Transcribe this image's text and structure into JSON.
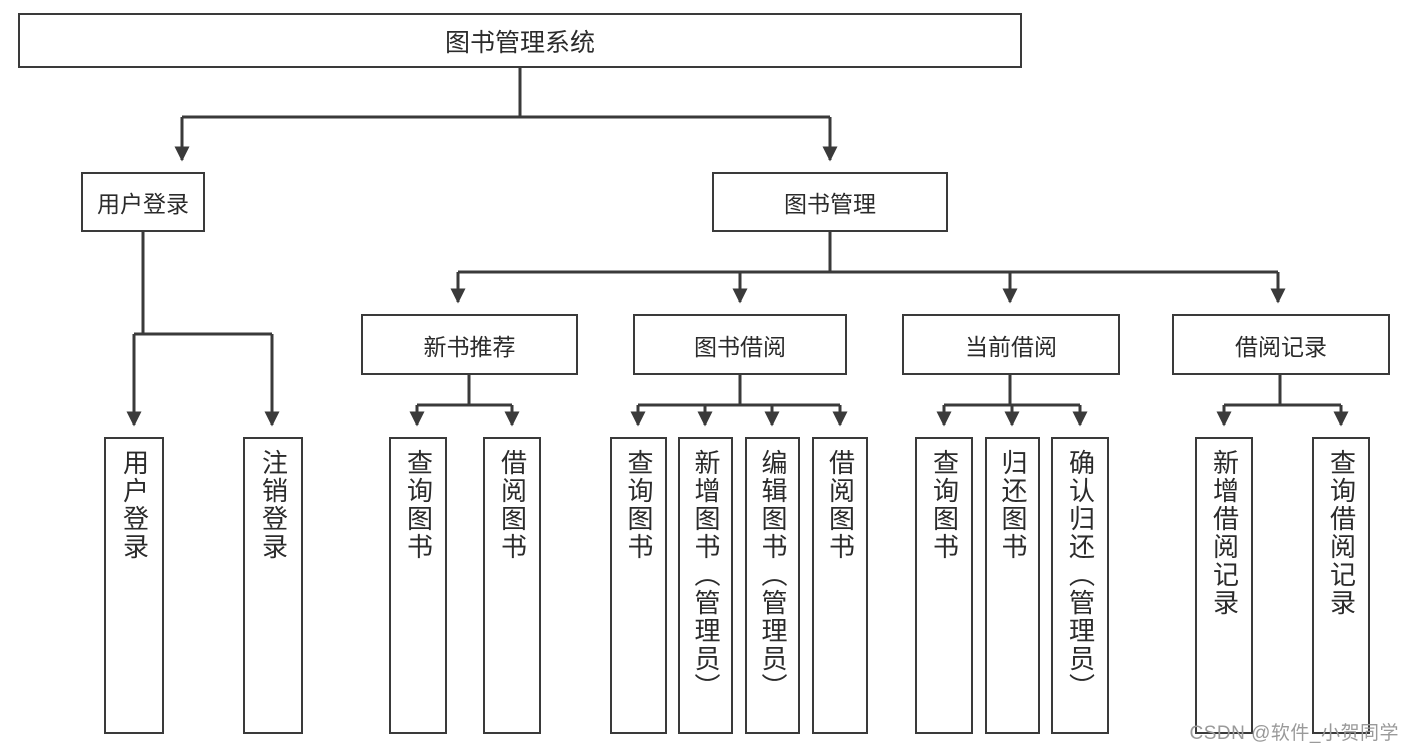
{
  "diagram": {
    "title": "图书管理系统",
    "type": "tree-hierarchy-chart",
    "colors": {
      "box_border": "#3a3a3a",
      "box_fill": "#ffffff",
      "connector": "#3a3a3a",
      "text": "#2b2b2b",
      "watermark": "#9a9a9a",
      "background": "#ffffff"
    }
  },
  "watermark": {
    "text": "CSDN @软件_小贺同学"
  },
  "nodes": {
    "root": {
      "label": "图书管理系统"
    },
    "level2": [
      {
        "id": "user-login",
        "label": "用户登录"
      },
      {
        "id": "book-management",
        "label": "图书管理"
      }
    ],
    "level3": [
      {
        "id": "new-book-recommend",
        "label": "新书推荐"
      },
      {
        "id": "book-borrow",
        "label": "图书借阅"
      },
      {
        "id": "current-borrow",
        "label": "当前借阅"
      },
      {
        "id": "borrow-record",
        "label": "借阅记录"
      }
    ],
    "leaves": {
      "user-login": [
        {
          "id": "user-login-action",
          "label": "用户登录"
        },
        {
          "id": "user-logout-action",
          "label": "注销登录"
        }
      ],
      "new-book-recommend": [
        {
          "id": "query-book-1",
          "label": "查询图书"
        },
        {
          "id": "borrow-book-1",
          "label": "借阅图书"
        }
      ],
      "book-borrow": [
        {
          "id": "query-book-2",
          "label": "查询图书"
        },
        {
          "id": "add-book",
          "label": "新增图书（管理员）"
        },
        {
          "id": "edit-book",
          "label": "编辑图书（管理员）"
        },
        {
          "id": "borrow-book-2",
          "label": "借阅图书"
        }
      ],
      "current-borrow": [
        {
          "id": "query-book-3",
          "label": "查询图书"
        },
        {
          "id": "return-book",
          "label": "归还图书"
        },
        {
          "id": "confirm-return",
          "label": "确认归还（管理员）"
        }
      ],
      "borrow-record": [
        {
          "id": "add-borrow-record",
          "label": "新增借阅记录"
        },
        {
          "id": "query-borrow-record",
          "label": "查询借阅记录"
        }
      ]
    }
  },
  "chart_data": {
    "type": "tree",
    "title": "图书管理系统",
    "edges": [
      {
        "from": "图书管理系统",
        "to": "用户登录"
      },
      {
        "from": "图书管理系统",
        "to": "图书管理"
      },
      {
        "from": "用户登录",
        "to": "用户登录"
      },
      {
        "from": "用户登录",
        "to": "注销登录"
      },
      {
        "from": "图书管理",
        "to": "新书推荐"
      },
      {
        "from": "图书管理",
        "to": "图书借阅"
      },
      {
        "from": "图书管理",
        "to": "当前借阅"
      },
      {
        "from": "图书管理",
        "to": "借阅记录"
      },
      {
        "from": "新书推荐",
        "to": "查询图书"
      },
      {
        "from": "新书推荐",
        "to": "借阅图书"
      },
      {
        "from": "图书借阅",
        "to": "查询图书"
      },
      {
        "from": "图书借阅",
        "to": "新增图书（管理员）"
      },
      {
        "from": "图书借阅",
        "to": "编辑图书（管理员）"
      },
      {
        "from": "图书借阅",
        "to": "借阅图书"
      },
      {
        "from": "当前借阅",
        "to": "查询图书"
      },
      {
        "from": "当前借阅",
        "to": "归还图书"
      },
      {
        "from": "当前借阅",
        "to": "确认归还（管理员）"
      },
      {
        "from": "借阅记录",
        "to": "新增借阅记录"
      },
      {
        "from": "借阅记录",
        "to": "查询借阅记录"
      }
    ],
    "depth": 4,
    "node_count": 20
  }
}
